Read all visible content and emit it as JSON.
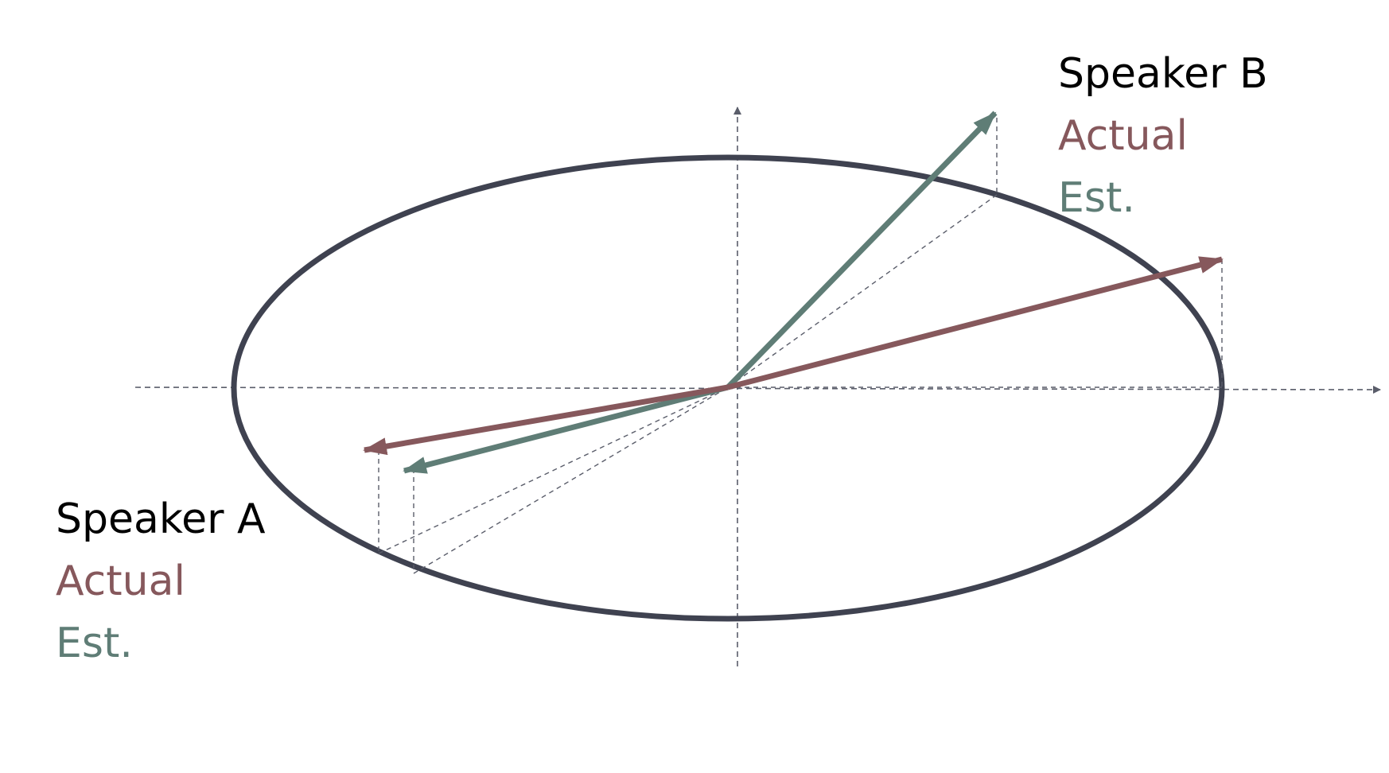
{
  "colors": {
    "actual": "#86585c",
    "estimate": "#5f7d76",
    "ellipse": "#3f4250",
    "axis": "#5a5d6a",
    "text": "#000000"
  },
  "speaker_b": {
    "name": "Speaker B",
    "actual_label": "Actual",
    "estimate_label": "Est."
  },
  "speaker_a": {
    "name": "Speaker A",
    "actual_label": "Actual",
    "estimate_label": "Est."
  }
}
